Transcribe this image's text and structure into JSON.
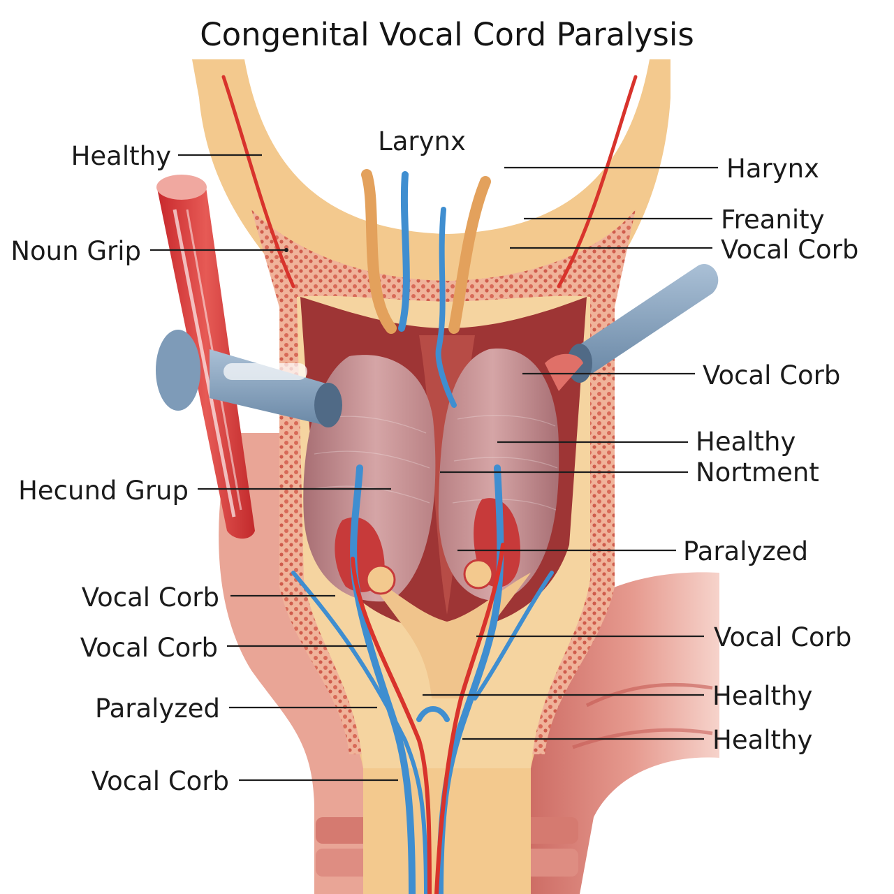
{
  "title": "Congenital Vocal Cord Paralysis",
  "labels": {
    "larynx": "Larynx",
    "left_healthy_top": "Healthy",
    "left_noun_grip": "Noun Grip",
    "left_hecund_grup": "Hecund Grup",
    "left_vocal_corb_1": "Vocal Corb",
    "left_vocal_corb_2": "Vocal Corb",
    "left_paralyzed": "Paralyzed",
    "left_vocal_corb_3": "Vocal Corb",
    "right_harynx": "Harynx",
    "right_freanity": "Freanity",
    "right_vocal_corb_1": "Vocal Corb",
    "right_vocal_corb_2": "Vocal Corb",
    "right_healthy_1": "Healthy",
    "right_nortment": "Nortment",
    "right_paralyzed": "Paralyzed",
    "right_vocal_corb_3": "Vocal Corb",
    "right_healthy_2": "Healthy",
    "right_healthy_3": "Healthy"
  },
  "colors": {
    "tissue_outer": "#e9a596",
    "tissue_dark": "#c9665c",
    "cartilage": "#f3c98e",
    "cartilage_light": "#f8dcae",
    "mucosa_dots": "#d86a58",
    "cavity": "#9e3535",
    "cavity_light": "#c2574e",
    "vocal_fold": "#b98184",
    "vocal_fold_light": "#d7aaaa",
    "muscle": "#d2383a",
    "artery": "#d8332c",
    "vein": "#3f8ed0",
    "tube_blue": "#7e9bb8"
  }
}
